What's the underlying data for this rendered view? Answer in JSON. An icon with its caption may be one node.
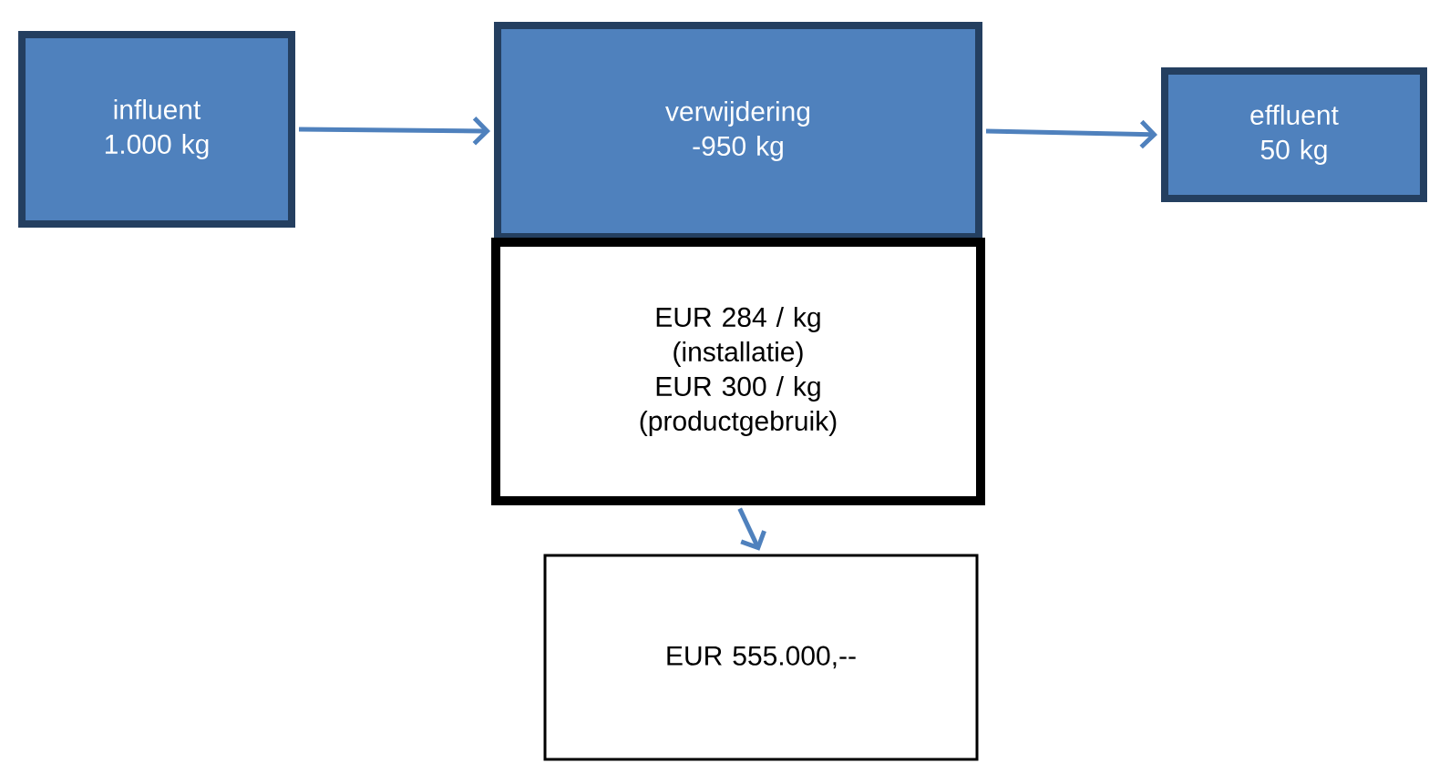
{
  "diagram": {
    "nodes": [
      {
        "text": [
          "influent 1.000 kg"
        ]
      },
      {
        "text": [
          "verwijdering -950 kg"
        ]
      },
      {
        "text": [
          "effluent 50 kg"
        ]
      },
      {
        "text": [
          "EUR 284 / kg (installatie) EUR 300 / kg (productgebruik)"
        ]
      },
      {
        "text": [
          "EUR 555.000,--"
        ]
      }
    ],
    "edges": [
      {
        "from": 0,
        "to": 1,
        "arrow": "to"
      },
      {
        "from": 1,
        "to": 2,
        "arrow": "to"
      },
      {
        "from": 3,
        "to": 4,
        "arrow": "to"
      }
    ]
  }
}
